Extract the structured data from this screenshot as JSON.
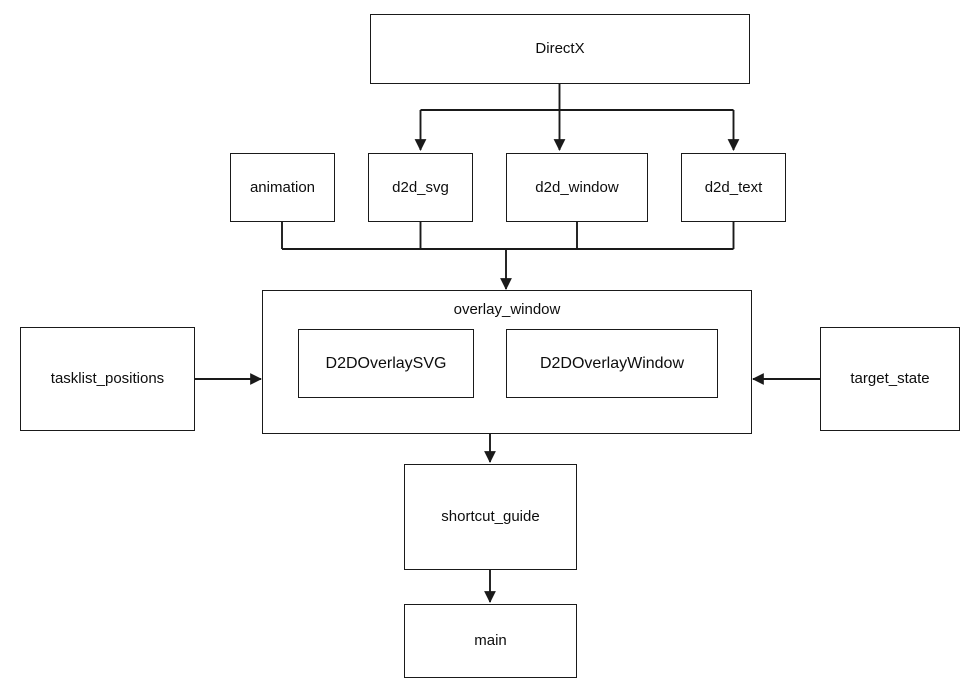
{
  "diagram": {
    "type": "module-dependency-graph",
    "title": "DirectX module dependency diagram",
    "background_color": "#ffffff",
    "stroke_color": "#1a1a1a",
    "text_color": "#0d0d0d",
    "nodes": {
      "directx": {
        "label": "DirectX"
      },
      "animation": {
        "label": "animation"
      },
      "d2d_svg": {
        "label": "d2d_svg"
      },
      "d2d_window": {
        "label": "d2d_window"
      },
      "d2d_text": {
        "label": "d2d_text"
      },
      "overlay_window": {
        "label": "overlay_window"
      },
      "d2d_overlay_svg": {
        "label": "D2DOverlaySVG"
      },
      "d2d_overlay_window": {
        "label": "D2DOverlayWindow"
      },
      "tasklist_positions": {
        "label": "tasklist_positions"
      },
      "target_state": {
        "label": "target_state"
      },
      "shortcut_guide": {
        "label": "shortcut_guide"
      },
      "main": {
        "label": "main"
      }
    },
    "edges": [
      {
        "from": "directx",
        "to": "d2d_svg",
        "style": "orthogonal",
        "arrow": "to"
      },
      {
        "from": "directx",
        "to": "d2d_window",
        "style": "straight",
        "arrow": "to"
      },
      {
        "from": "directx",
        "to": "d2d_text",
        "style": "orthogonal",
        "arrow": "to"
      },
      {
        "from": "animation",
        "to": "overlay_window",
        "style": "bus",
        "arrow": "to"
      },
      {
        "from": "d2d_svg",
        "to": "overlay_window",
        "style": "bus",
        "arrow": "to"
      },
      {
        "from": "d2d_window",
        "to": "overlay_window",
        "style": "bus",
        "arrow": "to"
      },
      {
        "from": "d2d_text",
        "to": "overlay_window",
        "style": "bus",
        "arrow": "to"
      },
      {
        "from": "tasklist_positions",
        "to": "overlay_window",
        "style": "straight",
        "arrow": "to"
      },
      {
        "from": "target_state",
        "to": "overlay_window",
        "style": "straight",
        "arrow": "to"
      },
      {
        "from": "overlay_window",
        "to": "shortcut_guide",
        "style": "straight",
        "arrow": "to"
      },
      {
        "from": "shortcut_guide",
        "to": "main",
        "style": "straight",
        "arrow": "to"
      }
    ]
  }
}
